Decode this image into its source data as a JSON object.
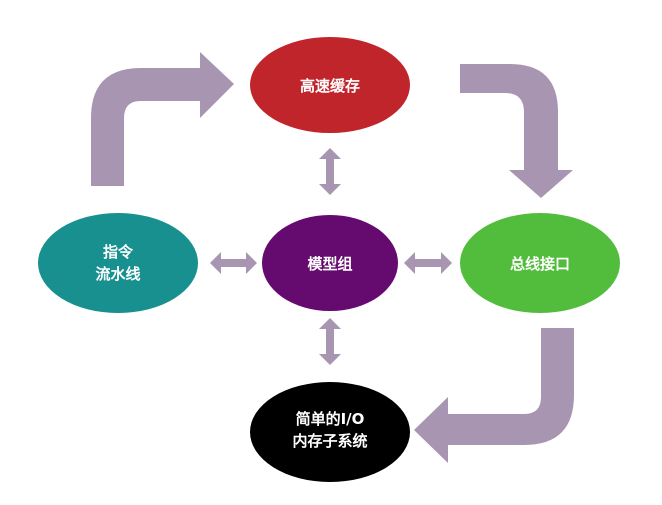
{
  "diagram": {
    "type": "cycle-with-hub",
    "colors": {
      "arrow": "#a895b1",
      "background": "#ffffff",
      "text": "#ffffff"
    },
    "nodes": {
      "cache": {
        "lines": [
          "高速缓存"
        ],
        "color": "#c0252b"
      },
      "pipeline": {
        "lines": [
          "指令",
          "流水线"
        ],
        "color": "#17908f"
      },
      "model": {
        "lines": [
          "模型组"
        ],
        "color": "#650a6f"
      },
      "bus": {
        "lines": [
          "总线接口"
        ],
        "color": "#52bd3c"
      },
      "memory": {
        "lines": [
          "简单的I/O",
          "内存子系统"
        ],
        "color": "#000000"
      }
    },
    "cycle_arrows": [
      {
        "from": "pipeline",
        "to": "cache"
      },
      {
        "from": "cache",
        "to": "bus"
      },
      {
        "from": "bus",
        "to": "memory"
      }
    ],
    "hub_links": [
      {
        "between": [
          "model",
          "cache"
        ],
        "style": "double-arrow"
      },
      {
        "between": [
          "model",
          "pipeline"
        ],
        "style": "double-arrow"
      },
      {
        "between": [
          "model",
          "bus"
        ],
        "style": "double-arrow"
      },
      {
        "between": [
          "model",
          "memory"
        ],
        "style": "double-arrow"
      }
    ]
  }
}
